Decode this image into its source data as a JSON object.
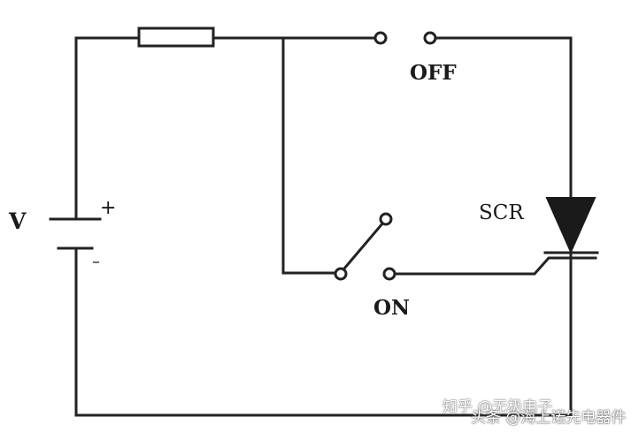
{
  "labels": {
    "voltage": "V",
    "plus": "+",
    "minus": "–",
    "off": "OFF",
    "on": "ON",
    "scr": "SCR"
  },
  "watermark": {
    "line1": "知乎 @无极电子",
    "line2": "头条 @海上诺先电器件"
  },
  "colors": {
    "line": "#222222",
    "background": "#ffffff"
  }
}
